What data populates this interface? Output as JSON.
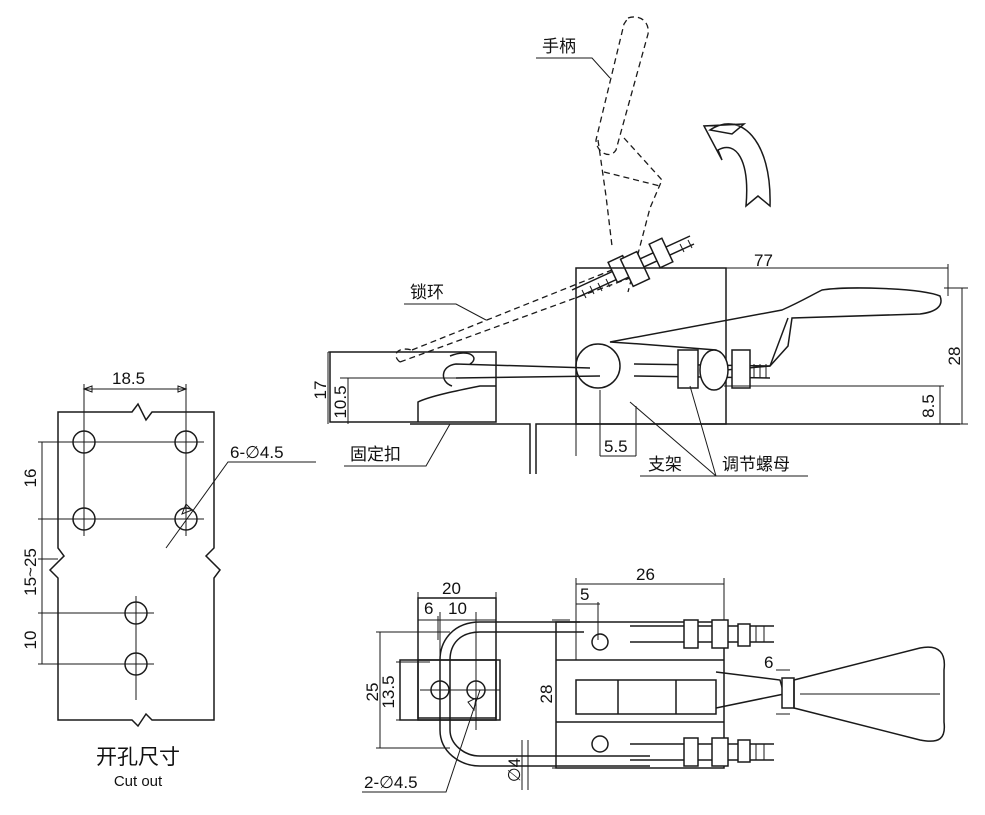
{
  "labels": {
    "handle": "手柄",
    "lock_ring": "锁环",
    "fixed_buckle": "固定扣",
    "bracket": "支架",
    "adjust_nut": "调节螺母"
  },
  "cutout": {
    "title_cn": "开孔尺寸",
    "title_en": "Cut out",
    "dims": {
      "width": "18.5",
      "holes": "6-∅4.5",
      "v16": "16",
      "v15_25": "15~25",
      "v10": "10"
    }
  },
  "side_view": {
    "dims": {
      "d77": "77",
      "d28": "28",
      "d8_5": "8.5",
      "d17": "17",
      "d10_5": "10.5",
      "d5_5": "5.5"
    }
  },
  "top_view": {
    "dims": {
      "d20": "20",
      "d6": "6",
      "d10": "10",
      "d26": "26",
      "d5": "5",
      "d25": "25",
      "d13_5": "13.5",
      "d28": "28",
      "d6b": "6",
      "d4": "∅4",
      "holes": "2-∅4.5"
    }
  }
}
